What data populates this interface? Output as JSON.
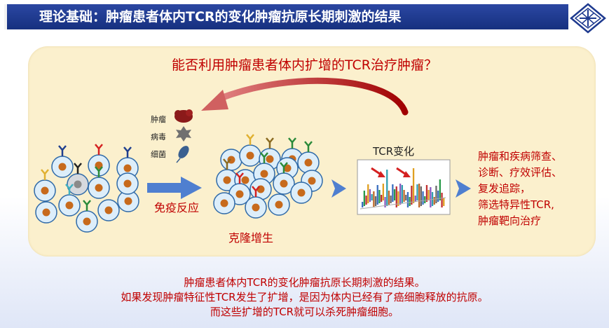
{
  "title": "理论基础：肿瘤患者体内TCR的变化肿瘤抗原长期刺激的结果",
  "question": "能否利用肿瘤患者体内扩增的TCR治疗肿瘤？",
  "legend": {
    "tumor": "肿瘤",
    "virus": "病毒",
    "bacteria": "细菌"
  },
  "labels": {
    "immune_response": "免疫反应",
    "clonal_expansion": "克隆增生",
    "tcr_change": "TCR变化"
  },
  "applications": [
    "肿瘤和疾病筛查、",
    "诊断、疗效评估、",
    "复发追踪，",
    "筛选特异性TCR,",
    "肿瘤靶向治疗"
  ],
  "conclusion": [
    "肿瘤患者体内TCR的变化肿瘤抗原长期刺激的结果。",
    "如果发现肿瘤特征性TCR发生了扩增，是因为体内已经有了癌细胞释放的抗原。",
    "而这些扩增的TCR就可以杀死肿瘤细胞。"
  ],
  "colors": {
    "title_bar": "#1e3a8f",
    "accent_red": "#c00000",
    "panel": "#fbf0cd",
    "arrow_blue": "#4472c4",
    "cell_fill": "#ddeefa",
    "cell_stroke": "#2f6aa8",
    "nucleus": "#c76a1c"
  }
}
